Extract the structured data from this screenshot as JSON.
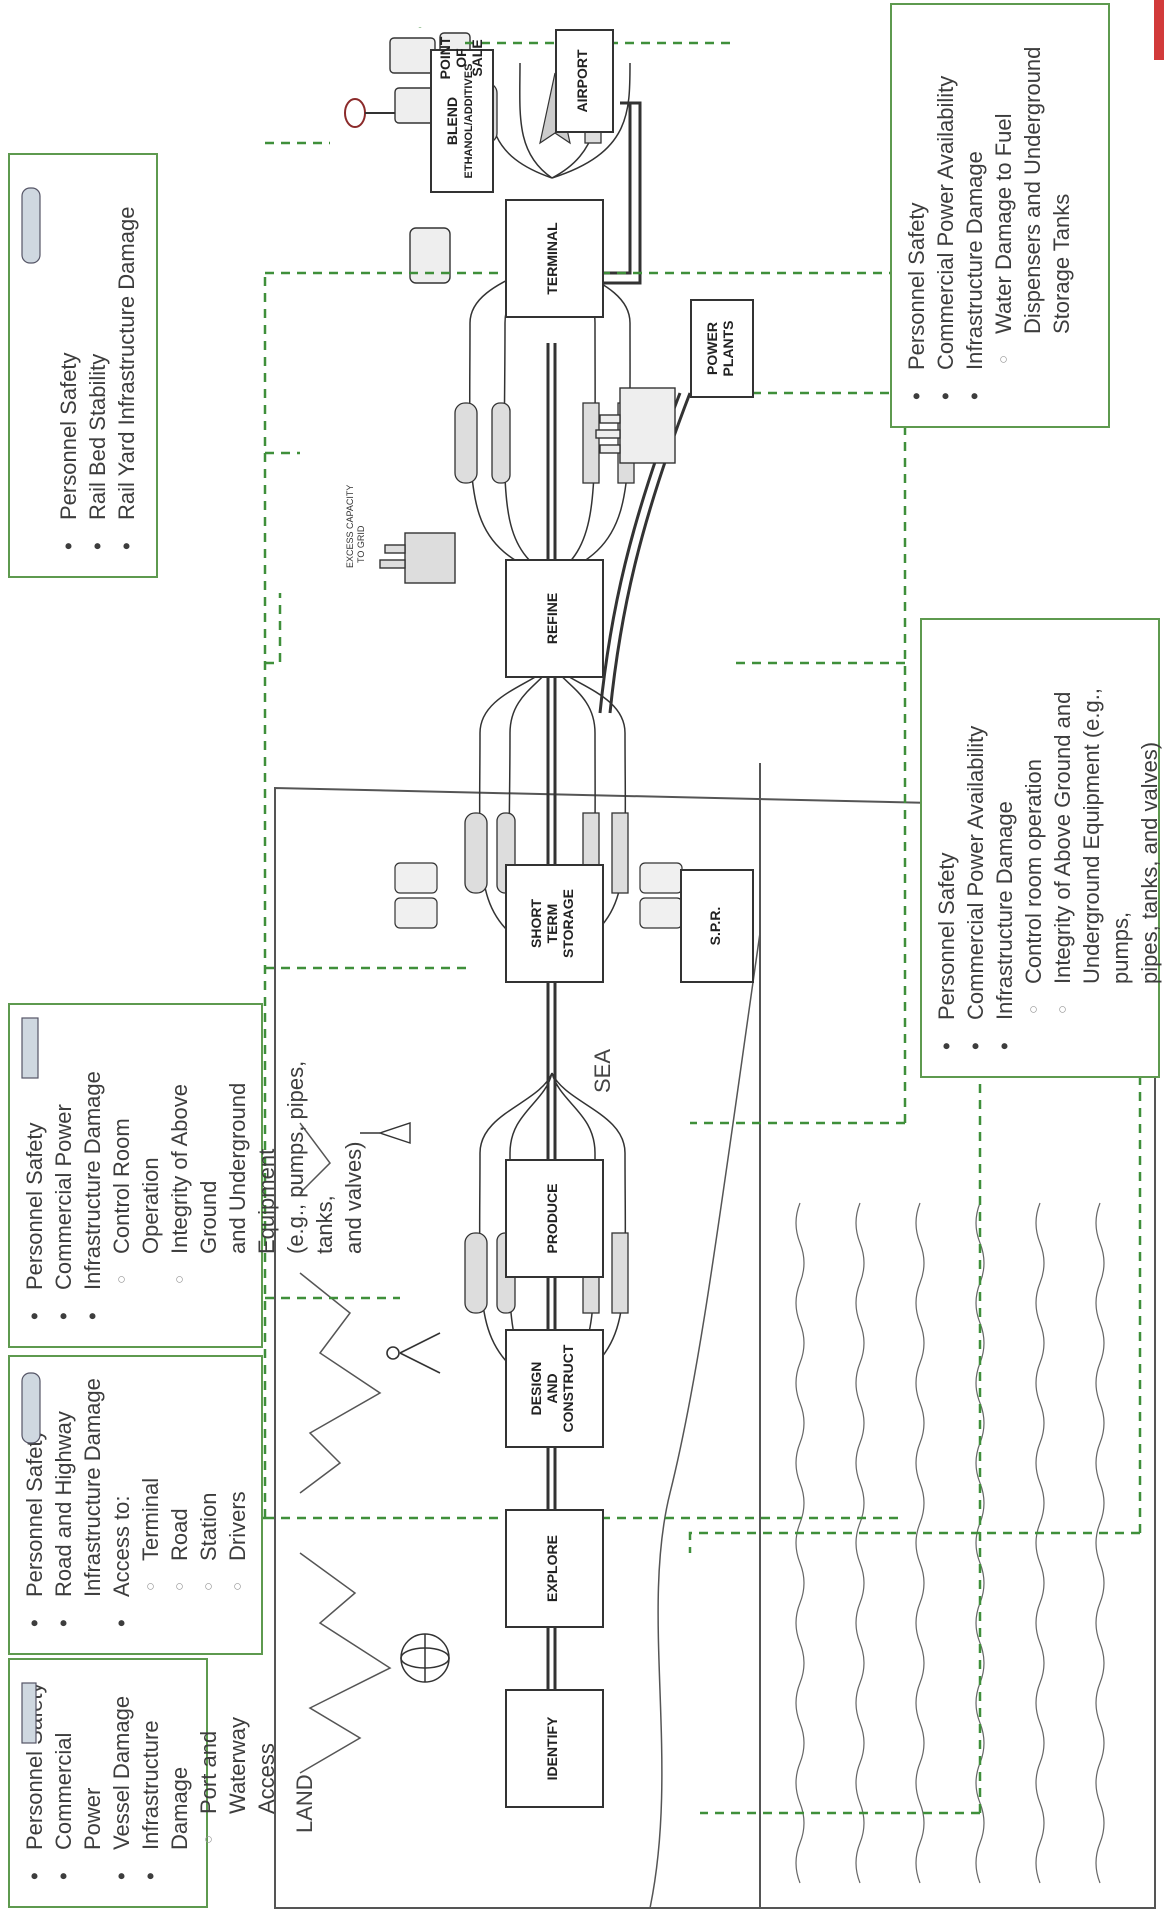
{
  "stages": {
    "identify": "IDENTIFY",
    "explore": "EXPLORE",
    "design": [
      "DESIGN",
      "AND",
      "CONSTRUCT"
    ],
    "produce": "PRODUCE",
    "storage": [
      "SHORT",
      "TERM",
      "STORAGE"
    ],
    "spr": "S.P.R.",
    "refine": "REFINE",
    "terminal": "TERMINAL",
    "power": [
      "POWER",
      "PLANTS"
    ],
    "blend": [
      "BLEND",
      "ETHANOL/ADDITIVES"
    ],
    "pos": [
      "POINT",
      "OF",
      "SALE"
    ],
    "airport": "AIRPORT",
    "excess": [
      "EXCESS CAPACITY",
      "TO GRID"
    ]
  },
  "regions": {
    "land": "LAND",
    "sea": "SEA"
  },
  "boxes": {
    "marine": {
      "items": [
        {
          "text": "Personnel Safety",
          "level": 1
        },
        {
          "text": "Commercial Power",
          "level": 1
        },
        {
          "text": "Vessel Damage",
          "level": 1
        },
        {
          "text": "Infrastructure Damage",
          "level": 1
        },
        {
          "text": "Port and Waterway",
          "level": 2
        },
        {
          "text": "Access",
          "level": 3
        }
      ]
    },
    "road": {
      "items": [
        {
          "text": "Personnel Safety",
          "level": 1
        },
        {
          "text": "Road and Highway",
          "level": 1
        },
        {
          "text": "Infrastructure Damage",
          "level": 3
        },
        {
          "text": "Access to:",
          "level": 1
        },
        {
          "text": "Terminal",
          "level": 2
        },
        {
          "text": "Road",
          "level": 2
        },
        {
          "text": "Station",
          "level": 2
        },
        {
          "text": "Drivers",
          "level": 2
        }
      ]
    },
    "pipeline": {
      "items": [
        {
          "text": "Personnel Safety",
          "level": 1
        },
        {
          "text": "Commercial Power",
          "level": 1
        },
        {
          "text": "Infrastructure Damage",
          "level": 1
        },
        {
          "text": "Control Room Operation",
          "level": 2
        },
        {
          "text": "Integrity of Above Ground",
          "level": 2
        },
        {
          "text": "and Underground Equipment",
          "level": 3
        },
        {
          "text": "(e.g., pumps, pipes, tanks,",
          "level": 3
        },
        {
          "text": "and valves)",
          "level": 3
        }
      ]
    },
    "rail": {
      "items": [
        {
          "text": "Personnel Safety",
          "level": 1
        },
        {
          "text": "Rail Bed Stability",
          "level": 1
        },
        {
          "text": "Rail Yard Infrastructure Damage",
          "level": 1
        }
      ]
    },
    "facility": {
      "items": [
        {
          "text": "Personnel Safety",
          "level": 1
        },
        {
          "text": "Commercial Power Availability",
          "level": 1
        },
        {
          "text": "Infrastructure Damage",
          "level": 1
        },
        {
          "text": "Control room operation",
          "level": 2
        },
        {
          "text": "Integrity of Above Ground and",
          "level": 2
        },
        {
          "text": "Underground Equipment (e.g., pumps,",
          "level": 3
        },
        {
          "text": "pipes, tanks, and valves)",
          "level": 3
        }
      ]
    },
    "retail": {
      "items": [
        {
          "text": "Personnel Safety",
          "level": 1
        },
        {
          "text": "Commercial Power Availability",
          "level": 1
        },
        {
          "text": "Infrastructure Damage",
          "level": 1
        },
        {
          "text": "Water Damage to Fuel",
          "level": 2
        },
        {
          "text": "Dispensers and Underground",
          "level": 3
        },
        {
          "text": "Storage Tanks",
          "level": 3
        }
      ]
    }
  },
  "colors": {
    "green": "#5e9a4f",
    "dash": "#3f8f3a",
    "line": "#333333",
    "accent": "#d23a3a"
  }
}
